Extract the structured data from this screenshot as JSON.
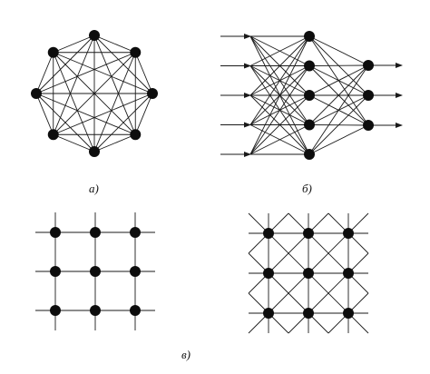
{
  "captions": {
    "a": "а)",
    "b": "б)",
    "v": "в)"
  },
  "graphs": {
    "complete_graph": {
      "node_count": 8
    },
    "layered_network": {
      "inputs": 5,
      "hidden": 5,
      "outputs": 3
    },
    "square_lattice": {
      "rows": 3,
      "cols": 3
    },
    "diagonal_lattice": {
      "rows": 3,
      "cols": 3
    }
  }
}
